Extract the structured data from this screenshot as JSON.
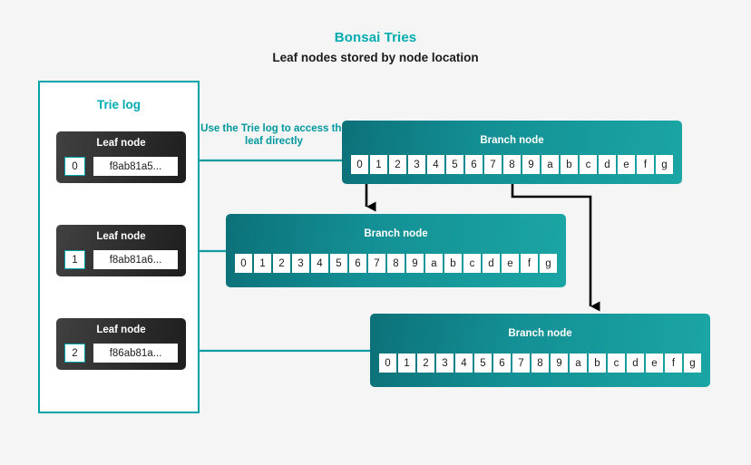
{
  "heading": {
    "title": "Bonsai Tries",
    "subtitle": "Leaf nodes stored by node location"
  },
  "colors": {
    "background": "#f5f5f5",
    "accent_teal": "#00acb0",
    "border_teal": "#00a3a8",
    "connector_teal": "#0e9ba0",
    "branch_gradient_start": "#0c7179",
    "branch_gradient_end": "#1ba5a4",
    "leaf_gradient_start": "#414141",
    "leaf_gradient_end": "#1e1e1e",
    "connector_black": "#000000",
    "text_dark": "#1b1b1b",
    "text_light": "#ffffff"
  },
  "trie_log": {
    "title": "Trie log",
    "leaf_nodes": [
      {
        "title": "Leaf node",
        "index": "0",
        "hash": "f8ab81a5..."
      },
      {
        "title": "Leaf node",
        "index": "1",
        "hash": "f8ab81a6..."
      },
      {
        "title": "Leaf node",
        "index": "2",
        "hash": "f86ab81a..."
      }
    ]
  },
  "annotation": {
    "text": "Use the Trie log to access the leaf directly"
  },
  "branch_nodes": [
    {
      "title": "Branch node",
      "cells": [
        "0",
        "1",
        "2",
        "3",
        "4",
        "5",
        "6",
        "7",
        "8",
        "9",
        "a",
        "b",
        "c",
        "d",
        "e",
        "f",
        "g"
      ]
    },
    {
      "title": "Branch node",
      "cells": [
        "0",
        "1",
        "2",
        "3",
        "4",
        "5",
        "6",
        "7",
        "8",
        "9",
        "a",
        "b",
        "c",
        "d",
        "e",
        "f",
        "g"
      ]
    },
    {
      "title": "Branch node",
      "cells": [
        "0",
        "1",
        "2",
        "3",
        "4",
        "5",
        "6",
        "7",
        "8",
        "9",
        "a",
        "b",
        "c",
        "d",
        "e",
        "f",
        "g"
      ]
    }
  ]
}
